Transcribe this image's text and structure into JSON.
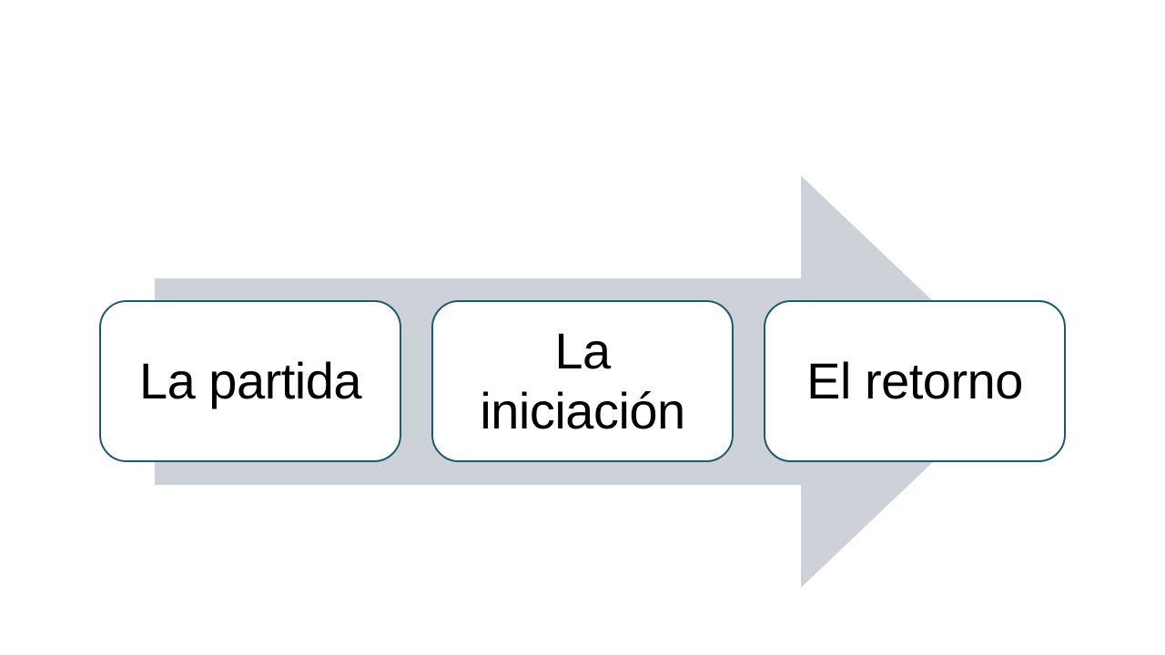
{
  "diagram": {
    "type": "process-arrow",
    "direction": "right",
    "steps": [
      {
        "label": "La partida"
      },
      {
        "label": "La\niniciación"
      },
      {
        "label": "El retorno"
      }
    ],
    "colors": {
      "arrow_fill": "#CDD1D8",
      "box_fill": "#FFFFFF",
      "box_border": "#1E5A6E",
      "text": "#000000",
      "background": "#FFFFFF"
    }
  }
}
